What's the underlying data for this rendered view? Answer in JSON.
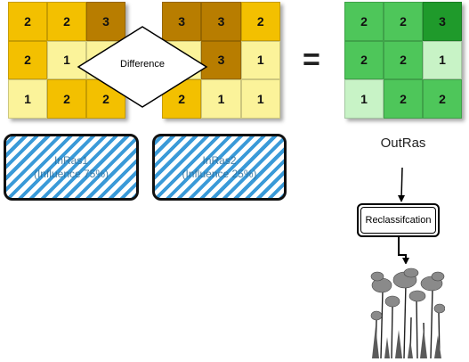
{
  "grids": [
    {
      "id": "inras1",
      "cells": [
        [
          "2",
          "2",
          "3"
        ],
        [
          "2",
          "1",
          ""
        ],
        [
          "1",
          "2",
          "2"
        ]
      ],
      "colors": [
        [
          "#f3c000",
          "#f3c000",
          "#b87d00"
        ],
        [
          "#f3c000",
          "#fbf39a",
          "#fbf39a"
        ],
        [
          "#fbf39a",
          "#f3c000",
          "#f3c000"
        ]
      ]
    },
    {
      "id": "inras2",
      "cells": [
        [
          "3",
          "3",
          "2"
        ],
        [
          "",
          "3",
          "1"
        ],
        [
          "2",
          "1",
          "1"
        ]
      ],
      "colors": [
        [
          "#b87d00",
          "#b87d00",
          "#f3c000"
        ],
        [
          "#fbf39a",
          "#b87d00",
          "#fbf39a"
        ],
        [
          "#f3c000",
          "#fbf39a",
          "#fbf39a"
        ]
      ]
    },
    {
      "id": "outras",
      "cells": [
        [
          "2",
          "2",
          "3"
        ],
        [
          "2",
          "2",
          "1"
        ],
        [
          "1",
          "2",
          "2"
        ]
      ],
      "colors": [
        [
          "#4ec65a",
          "#4ec65a",
          "#1f9a2b"
        ],
        [
          "#4ec65a",
          "#4ec65a",
          "#c8f3c6"
        ],
        [
          "#c8f3c6",
          "#4ec65a",
          "#4ec65a"
        ]
      ]
    }
  ],
  "operator": {
    "label": "Difference"
  },
  "equals": "=",
  "inputs": [
    {
      "name": "InRas1",
      "influence": "(Influence 75%)"
    },
    {
      "name": "InRas2",
      "influence": "(Influence 25%)"
    }
  ],
  "output": {
    "label": "OutRas"
  },
  "process": {
    "label": "Reclassifcation"
  },
  "result_icon": "forest-trees-icon"
}
